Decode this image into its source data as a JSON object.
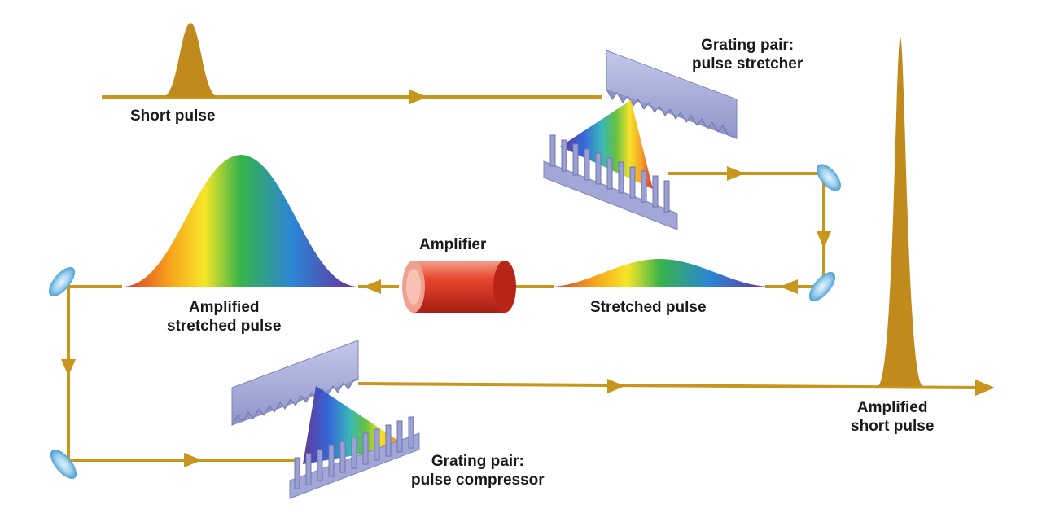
{
  "labels": {
    "short_pulse": "Short pulse",
    "stretcher": [
      "Grating pair:",
      "pulse stretcher"
    ],
    "amplifier": "Amplifier",
    "stretched_pulse": "Stretched pulse",
    "amplified_stretched": [
      "Amplified",
      "stretched pulse"
    ],
    "compressor": [
      "Grating pair:",
      "pulse compressor"
    ],
    "amplified_short": [
      "Amplified",
      "short pulse"
    ]
  },
  "colors": {
    "beam": "#c8961c",
    "pulse_fill": "#c08a1c",
    "grating": "#aab0dc",
    "amplifier": "#e03a28",
    "mirror": "#8ec8ea"
  },
  "icons": [
    "mirror-icon",
    "grating-icon",
    "amplifier-icon",
    "arrow-icon"
  ]
}
